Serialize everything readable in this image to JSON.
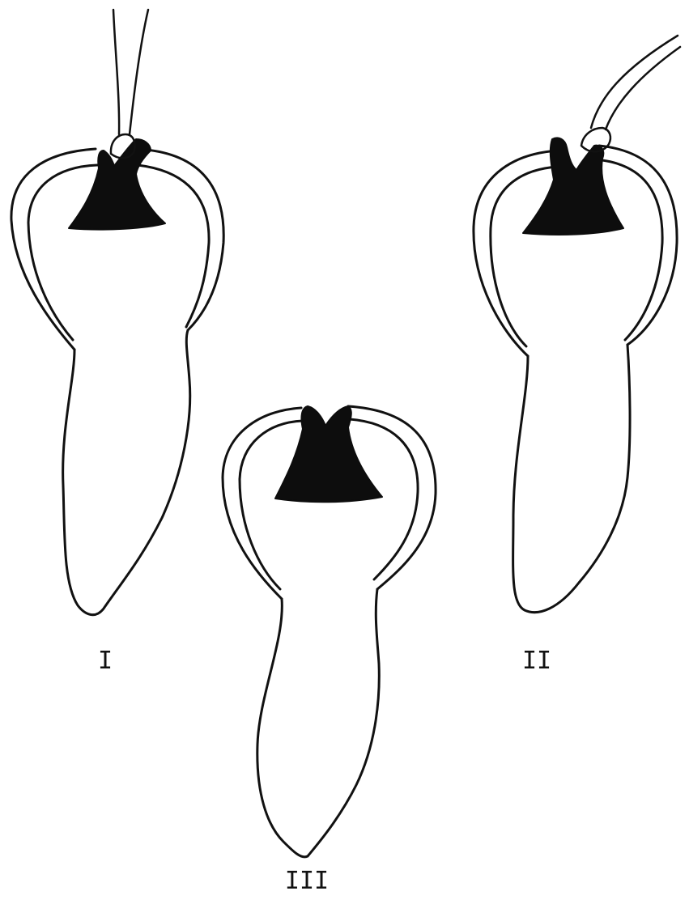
{
  "figure": {
    "labels": {
      "one": "I",
      "two": "II",
      "three": "III"
    },
    "colors": {
      "ink": "#111111",
      "fill": "#0d0d0d",
      "background": "#ffffff"
    }
  }
}
